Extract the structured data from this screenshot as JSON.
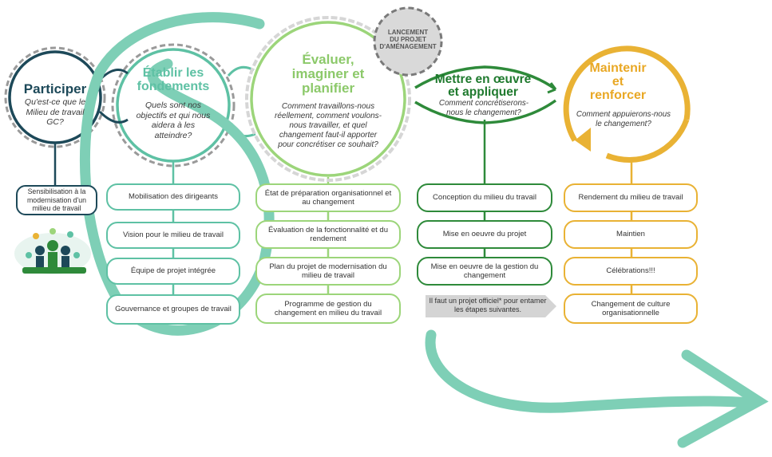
{
  "colors": {
    "navy": "#1d4959",
    "teal": "#5ec1a4",
    "light_green": "#8cc96a",
    "dark_green": "#2e8a3a",
    "gold": "#e9a825",
    "gray": "#9a9a9a"
  },
  "launch_badge": {
    "line1": "LANCEMENT",
    "line2": "DU PROJET",
    "line3": "D'AMÉNAGEMENT"
  },
  "stages": [
    {
      "title_lines": [
        "Participer"
      ],
      "question_lines": [
        "Qu'est-ce que le",
        "Milieu de travail",
        "GC?"
      ],
      "items": [
        "Sensibilisation à la modernisation d'un milieu de travail"
      ]
    },
    {
      "title_lines": [
        "Établir les",
        "fondements"
      ],
      "question_lines": [
        "Quels sont nos",
        "objectifs et qui nous",
        "aidera à les",
        "atteindre?"
      ],
      "items": [
        "Mobilisation des dirigeants",
        "Vision pour le milieu de travail",
        "Équipe de projet intégrée",
        "Gouvernance et groupes de travail"
      ]
    },
    {
      "title_lines": [
        "Évaluer,",
        "imaginer et",
        "planifier"
      ],
      "question_lines": [
        "Comment travaillons-nous",
        "réellement, comment voulons-",
        "nous travailler, et quel",
        "changement faut-il apporter",
        "pour concrétiser ce souhait?"
      ],
      "items": [
        "État de préparation organisationnel et au changement",
        "Évaluation de la fonctionnalité et du rendement",
        "Plan du projet de modernisation du milieu de travail",
        "Programme de gestion du changement en milieu du travail"
      ]
    },
    {
      "title_lines": [
        "Mettre en œuvre",
        "et appliquer"
      ],
      "question_lines": [
        "Comment concrétiserons-",
        "nous le changement?"
      ],
      "items": [
        "Conception du milieu du travail",
        "Mise en oeuvre du projet",
        "Mise en oeuvre de la gestion du changement"
      ],
      "note": "Il faut un projet officiel* pour entamer les étapes suivantes."
    },
    {
      "title_lines": [
        "Maintenir",
        "et",
        "renforcer"
      ],
      "question_lines": [
        "Comment appuierons-nous",
        "le changement?"
      ],
      "items": [
        "Rendement du milieu de travail",
        "Maintien",
        "Célébrations!!!",
        "Changement de culture organisationnelle"
      ]
    }
  ]
}
